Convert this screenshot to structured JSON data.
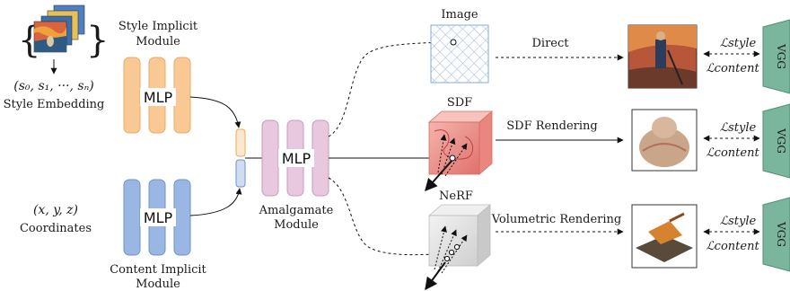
{
  "style_module": {
    "title_line1": "Style Implicit",
    "title_line2": "Module",
    "mlp_label": "MLP"
  },
  "content_module": {
    "title_line1": "Content Implicit",
    "title_line2": "Module",
    "mlp_label": "MLP"
  },
  "amalgamate_module": {
    "title_line1": "Amalgamate",
    "title_line2": "Module",
    "mlp_label": "MLP"
  },
  "style_embedding": {
    "tuple": "(s₀, s₁, ···, sₙ)",
    "label": "Style Embedding"
  },
  "coordinates": {
    "tuple": "(x, y, z)",
    "label": "Coordinates"
  },
  "branches": {
    "image": {
      "label": "Image",
      "arrow_label": "Direct"
    },
    "sdf": {
      "label": "SDF",
      "arrow_label": "SDF Rendering"
    },
    "nerf": {
      "label": "NeRF",
      "arrow_label": "Volumetric Rendering"
    }
  },
  "losses": {
    "style": "ℒstyle",
    "content": "ℒcontent"
  },
  "vgg_label": "VGG",
  "colors": {
    "style_orange": "#f9c995",
    "style_orange_stroke": "#f0a860",
    "content_blue": "#9ab6e2",
    "content_blue_stroke": "#6d92cf",
    "amalgamate_pink": "#e8c8de",
    "amalgamate_pink_stroke": "#c99bbb",
    "vgg_teal": "#7ab59d",
    "sdf_red": "#ee9b95",
    "nerf_gray": "#e2e2e2"
  }
}
